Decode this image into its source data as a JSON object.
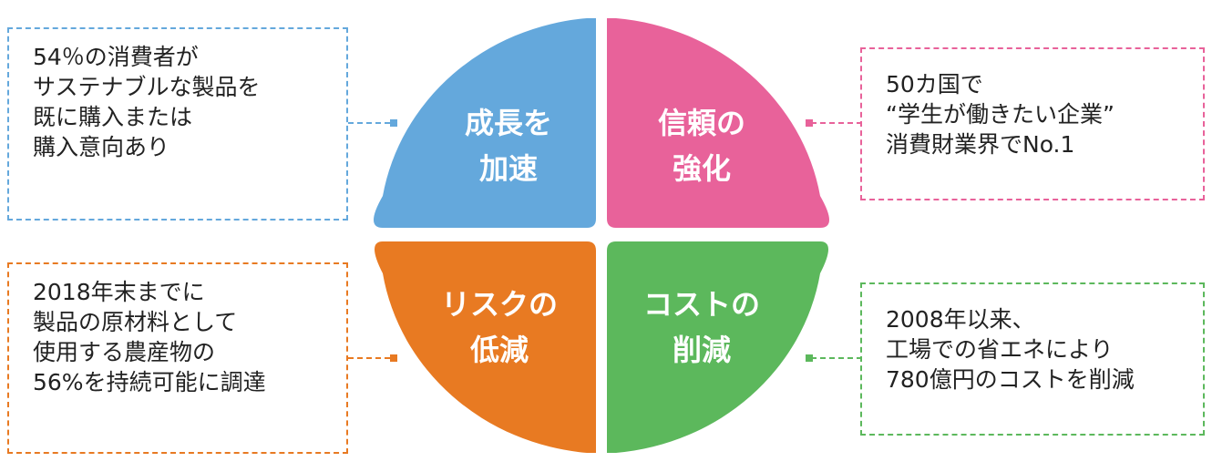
{
  "quadrants": {
    "top_left": {
      "line1": "成長を",
      "line2": "加速",
      "color": "#64a8dc"
    },
    "top_right": {
      "line1": "信頼の",
      "line2": "強化",
      "color": "#e8629a"
    },
    "bottom_left": {
      "line1": "リスクの",
      "line2": "低減",
      "color": "#e87a22"
    },
    "bottom_right": {
      "line1": "コストの",
      "line2": "削減",
      "color": "#5cb85c"
    }
  },
  "callouts": {
    "top_left": {
      "lines": [
        "54％の消費者が",
        "サステナブルな製品を",
        "既に購入または",
        "購入意向あり"
      ]
    },
    "top_right": {
      "lines": [
        "50カ国で",
        "“学生が働きたい企業”",
        "消費財業界でNo.1"
      ]
    },
    "bottom_left": {
      "lines": [
        "2018年末までに",
        "製品の原材料として",
        "使用する農産物の",
        "56%を持続可能に調達"
      ]
    },
    "bottom_right": {
      "lines": [
        "2008年以来、",
        "工場での省エネにより",
        "780億円のコストを削減"
      ]
    }
  }
}
